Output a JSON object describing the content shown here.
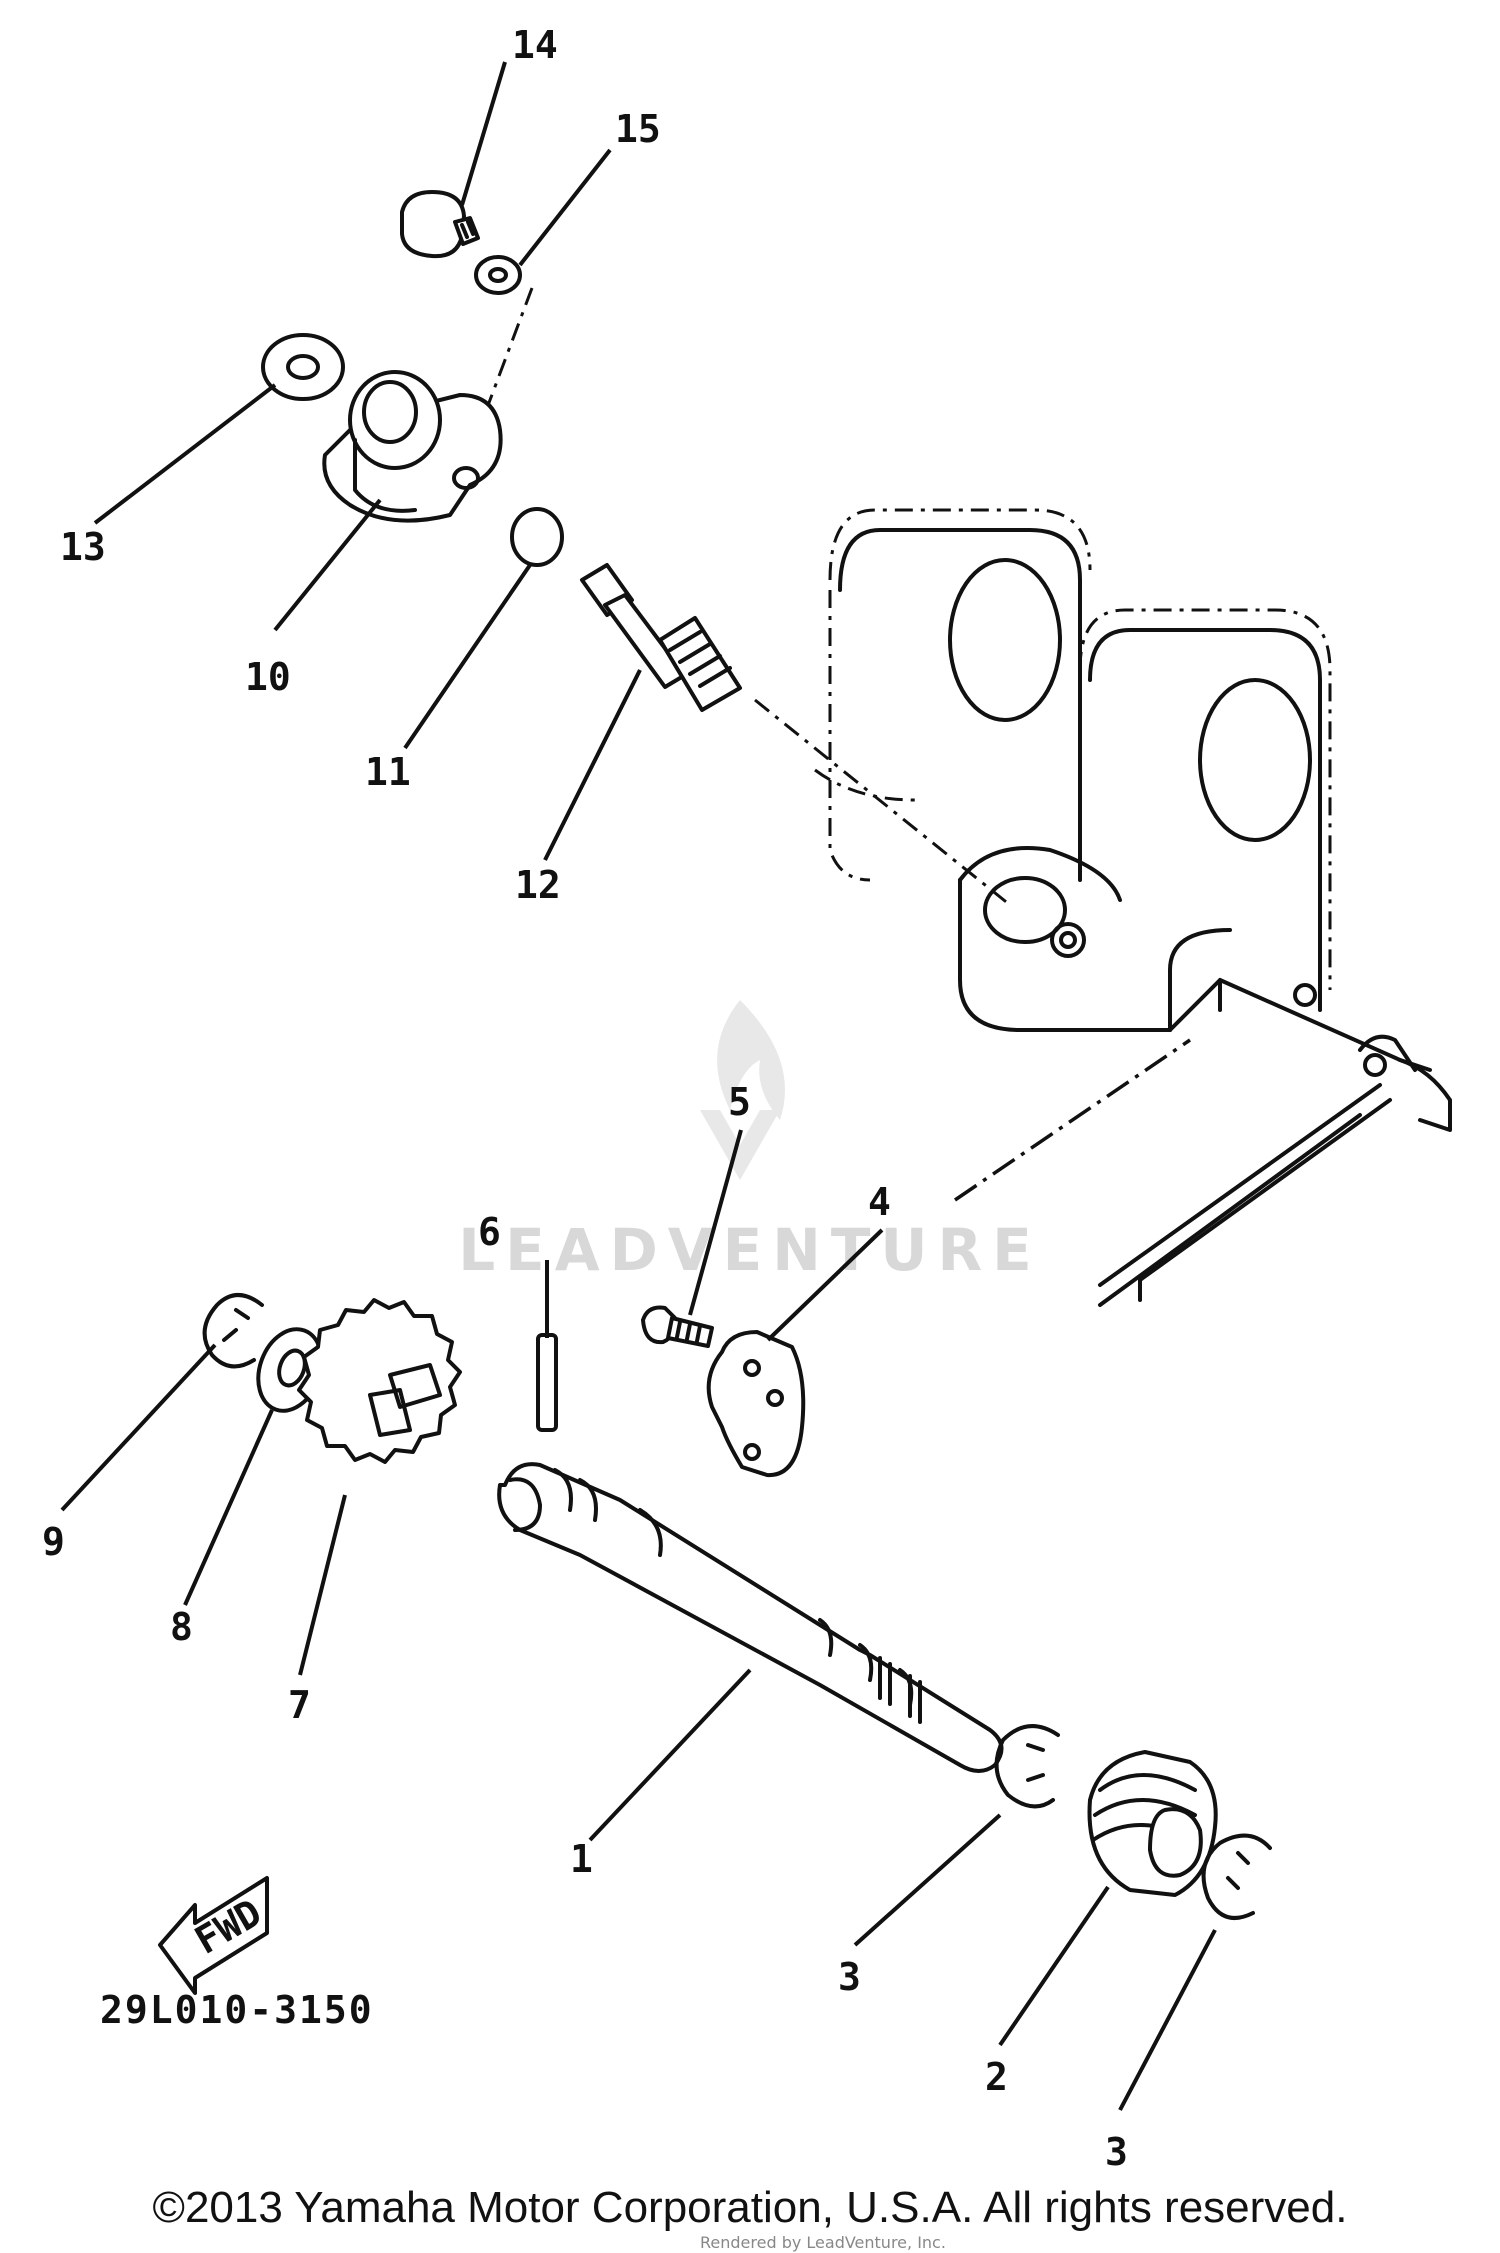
{
  "diagram": {
    "parts": [
      {
        "id": "1"
      },
      {
        "id": "2"
      },
      {
        "id": "3"
      },
      {
        "id": "4"
      },
      {
        "id": "5"
      },
      {
        "id": "6"
      },
      {
        "id": "7"
      },
      {
        "id": "8"
      },
      {
        "id": "9"
      },
      {
        "id": "10"
      },
      {
        "id": "11"
      },
      {
        "id": "12"
      },
      {
        "id": "13"
      },
      {
        "id": "14"
      },
      {
        "id": "15"
      }
    ],
    "fwd_label": "FWD",
    "diagram_code": "29L010-3150",
    "watermark": "LEADVENTURE",
    "small_overlay_text": "Rendered by LeadVenture, Inc."
  },
  "footer": {
    "copyright": "©2013 Yamaha Motor Corporation, U.S.A. All rights reserved."
  }
}
